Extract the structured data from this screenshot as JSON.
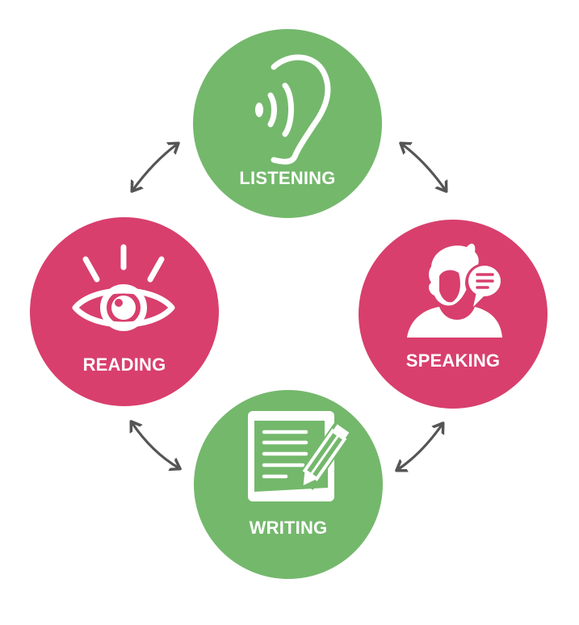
{
  "diagram": {
    "type": "cycle",
    "colors": {
      "green": "#74B86C",
      "pink": "#D83F6D",
      "arrow": "#555555",
      "icon": "#FFFFFF"
    },
    "nodes": [
      {
        "id": "listening",
        "label": "LISTENING",
        "icon": "ear-icon",
        "color": "green",
        "position": "top"
      },
      {
        "id": "speaking",
        "label": "SPEAKING",
        "icon": "person-speech-bubble-icon",
        "color": "pink",
        "position": "right"
      },
      {
        "id": "writing",
        "label": "WRITING",
        "icon": "document-pencil-icon",
        "color": "green",
        "position": "bottom"
      },
      {
        "id": "reading",
        "label": "READING",
        "icon": "eye-icon",
        "color": "pink",
        "position": "left"
      }
    ],
    "edges": [
      {
        "from": "reading",
        "to": "listening",
        "style": "double-arrow"
      },
      {
        "from": "listening",
        "to": "speaking",
        "style": "double-arrow"
      },
      {
        "from": "speaking",
        "to": "writing",
        "style": "double-arrow"
      },
      {
        "from": "writing",
        "to": "reading",
        "style": "double-arrow"
      }
    ]
  }
}
